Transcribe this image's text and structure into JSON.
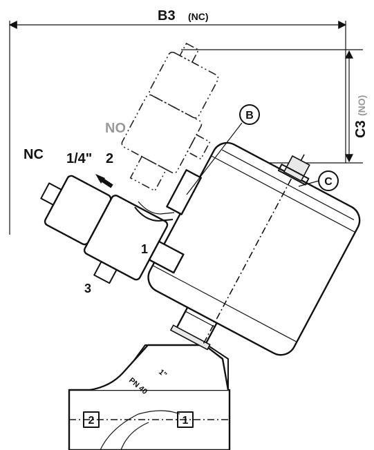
{
  "dimensions": {
    "b3_label": "B3",
    "b3_note": "(NC)",
    "c3_label": "C3",
    "c3_note": "(NO)"
  },
  "labels": {
    "nc": "NC",
    "no": "NO",
    "port_size": "1/4\"",
    "port_2": "2",
    "port_1": "1",
    "port_3": "3"
  },
  "callouts": {
    "b": "B",
    "c": "C"
  },
  "valve_markings": {
    "size": "1\"",
    "pressure": "PN 40"
  },
  "flow_ports": {
    "left": "2",
    "right": "1"
  },
  "colors": {
    "line": "#111111",
    "no_label": "#9a9a9a",
    "background": "#ffffff"
  }
}
